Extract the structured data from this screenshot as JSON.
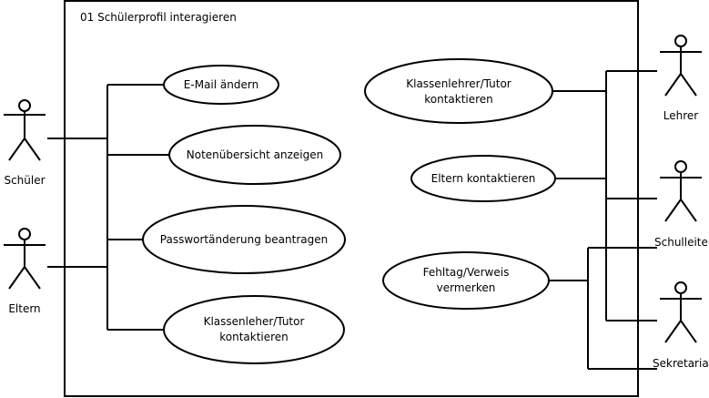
{
  "system": {
    "title": "01 Schülerprofil interagieren"
  },
  "actors": {
    "schueler": "Schüler",
    "eltern": "Eltern",
    "lehrer": "Lehrer",
    "schulleiter": "Schulleiter",
    "sekretariat": "Sekretariat"
  },
  "usecases": {
    "email": [
      "E-Mail ändern"
    ],
    "noten": [
      "Notenübersicht anzeigen"
    ],
    "passwort": [
      "Passwortänderung beantragen"
    ],
    "klassenleher_links": [
      "Klassenleher/Tutor",
      "kontaktieren"
    ],
    "klassenlehrer_rechts": [
      "Klassenlehrer/Tutor",
      "kontaktieren"
    ],
    "eltern_kontakt": [
      "Eltern kontaktieren"
    ],
    "fehltag": [
      "Fehltag/Verweis",
      "vermerken"
    ]
  }
}
